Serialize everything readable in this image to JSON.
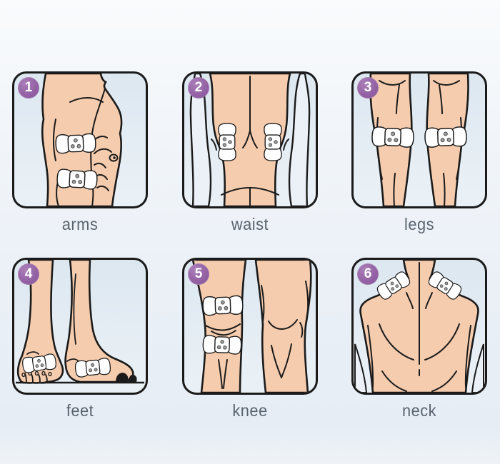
{
  "panels": [
    {
      "number": "1",
      "label": "arms",
      "illustration": "upper-arm-and-elbow-side-view-with-two-electrode-pads"
    },
    {
      "number": "2",
      "label": "waist",
      "illustration": "lower-back-with-two-vertical-electrode-pads"
    },
    {
      "number": "3",
      "label": "legs",
      "illustration": "two-calves-rear-view-with-electrode-pads"
    },
    {
      "number": "4",
      "label": "feet",
      "illustration": "two-feet-with-electrode-pads-on-insteps"
    },
    {
      "number": "5",
      "label": "knee",
      "illustration": "knees-front-view-with-pads-above-and-below-knee"
    },
    {
      "number": "6",
      "label": "neck",
      "illustration": "upper-back-with-electrode-pads-on-shoulders"
    }
  ],
  "colors": {
    "badge_purple": "#8d5a9e",
    "label_text": "#5a646e",
    "skin": "#f6ccae",
    "outline": "#1b1b1b",
    "panel_background": "#e2ebf2",
    "page_background_top": "#f9fbfd",
    "page_background_bottom": "#e6edf5",
    "pad_fill": "#ffffff",
    "pad_dot": "#9b9b9b",
    "pale_limb": "#ecf1f7"
  }
}
